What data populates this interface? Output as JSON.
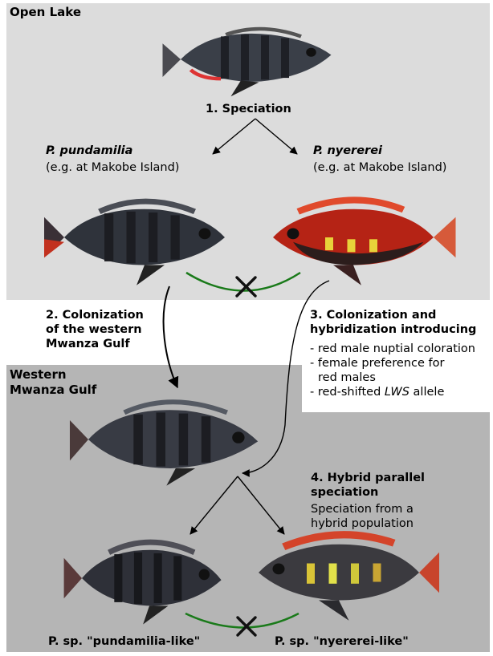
{
  "regions": {
    "open_lake": "Open Lake",
    "western_mwanza_gulf": [
      "Western",
      "Mwanza Gulf"
    ]
  },
  "step1": "1. Speciation",
  "species": {
    "pundamilia": {
      "name": "P. pundamilia",
      "location": "(e.g. at Makobe Island)"
    },
    "nyererei": {
      "name": "P. nyererei",
      "location": "(e.g. at Makobe Island)"
    }
  },
  "step2": [
    "2. Colonization",
    "of the western",
    "Mwanza Gulf"
  ],
  "step3": {
    "title": [
      "3. Colonization and",
      "hybridization introducing"
    ],
    "items": [
      "- red male nuptial coloration",
      "- female preference for",
      "  red males",
      "- red-shifted ",
      "LWS",
      " allele"
    ]
  },
  "step4": {
    "title": [
      "4. Hybrid parallel",
      "speciation"
    ],
    "desc": [
      "Speciation from a",
      "hybrid population"
    ]
  },
  "bottom_labels": {
    "pundamilia_like": "P. sp. \"pundamilia-like\"",
    "nyererei_like": "P. sp. \"nyererei-like\""
  },
  "colors": {
    "open_lake_bg": "#dcdcdc",
    "gulf_bg": "#b5b5b5",
    "barrier_arc": "#1a7a1a",
    "nyererei_red": "#d42a1a",
    "fish_dark": "#2b2e35"
  },
  "icons": [
    "reproductive-barrier-cross-icon",
    "arrow-icon",
    "fish-illustration"
  ]
}
